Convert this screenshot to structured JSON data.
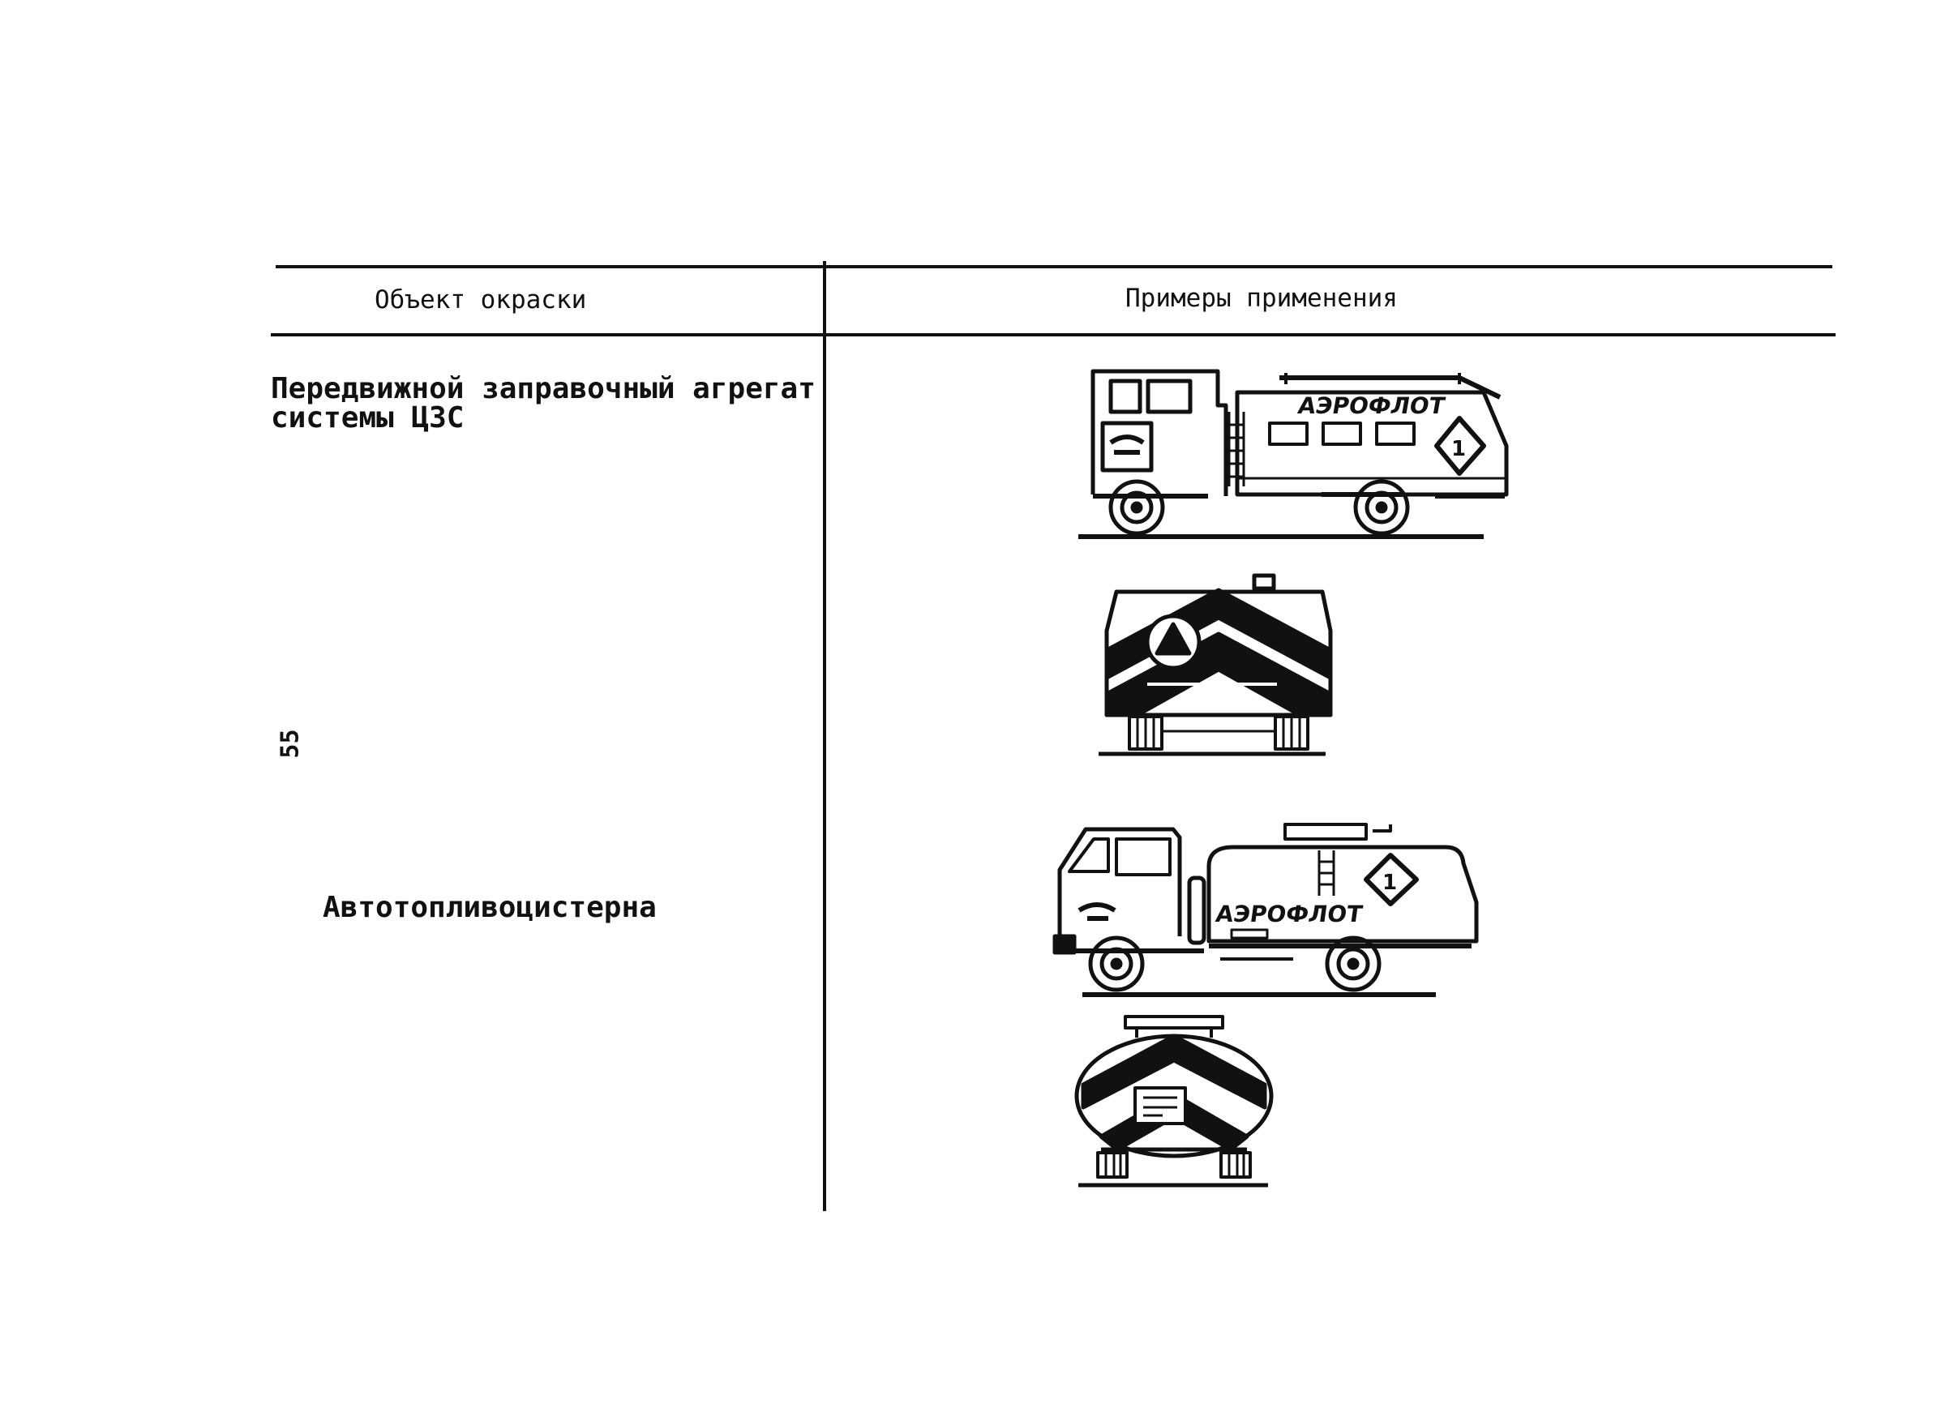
{
  "table": {
    "header": {
      "col1": "Объект окраски",
      "col2": "Примеры применения"
    },
    "rows": [
      {
        "object": "Передвижной заправочный агрегат\nсистемы ЦЗС",
        "examples": [
          "side-view",
          "rear-view"
        ]
      },
      {
        "object": "Автотопливоцистерна",
        "examples": [
          "side-view",
          "rear-view"
        ]
      }
    ]
  },
  "illustrations": {
    "unit_side_logo": "АЭРОФЛОТ",
    "tanker_side_logo": "АЭРОФЛОТ"
  },
  "page_number": "55",
  "colors": {
    "ink": "#111111",
    "paper": "#ffffff"
  }
}
